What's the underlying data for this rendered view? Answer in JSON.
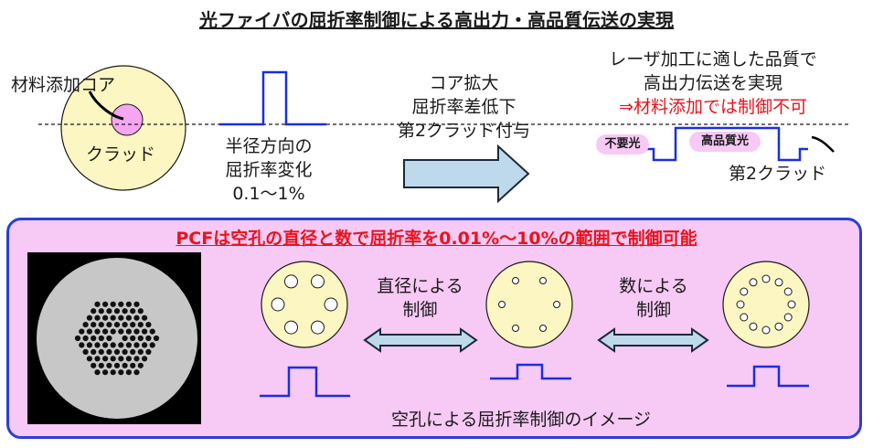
{
  "title": "光ファイバの屈折率制御による高出力・高品質伝送の実現",
  "top": {
    "core_label": "材料添加コア",
    "clad_label": "クラッド",
    "radial_lines": [
      "半径方向の",
      "屈折率変化",
      "0.1～1%"
    ],
    "arrow_lines": [
      "コア拡大",
      "屈折率差低下",
      "第2クラッド付与"
    ],
    "goal_lines": [
      "レーザ加工に適した品質で",
      "高出力伝送を実現"
    ],
    "limit_text": "⇒材料添加では制御不可",
    "unwanted_light": "不要光",
    "high_quality_light": "高品質光",
    "second_clad": "第2クラッド"
  },
  "panel": {
    "headline": "PCFは空孔の直径と数で屈折率を0.01%～10%の範囲で制御可能",
    "diameter_lines": [
      "直径による",
      "制御"
    ],
    "count_lines": [
      "数による",
      "制御"
    ],
    "caption": "空孔による屈折率制御のイメージ"
  },
  "colors": {
    "cream": "#fcf6c2",
    "core_pink": "#f5a6f0",
    "profile_blue": "#1a2ee0",
    "arrow_fill": "#bfd9ec",
    "arrow_stroke": "#1a2a3a",
    "panel_bg": "#f7c9f5",
    "panel_border": "#2a3fd6",
    "limit_red": "#e8141c"
  }
}
